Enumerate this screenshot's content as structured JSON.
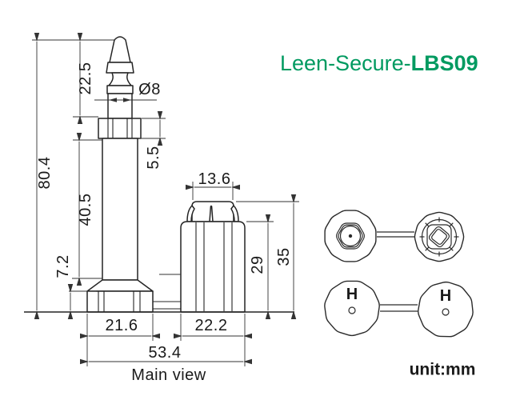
{
  "title": {
    "prefix": "Leen-Secure-",
    "model": "LBS09"
  },
  "labels": {
    "main_view": "Main view",
    "unit": "unit:mm"
  },
  "dims": {
    "total_height": "80.4",
    "head_height": "22.5",
    "diameter": "Ø8",
    "collar_height": "5.5",
    "shaft_height": "40.5",
    "base_height": "7.2",
    "base_width": "21.6",
    "cap_width": "13.6",
    "lock_body_height": "29",
    "lock_total_height": "35",
    "lock_width": "22.2",
    "total_width": "53.4"
  },
  "marks": {
    "bottom_left": "H",
    "bottom_right": "H"
  },
  "colors": {
    "title_green": "#009a60",
    "line": "#242424"
  }
}
